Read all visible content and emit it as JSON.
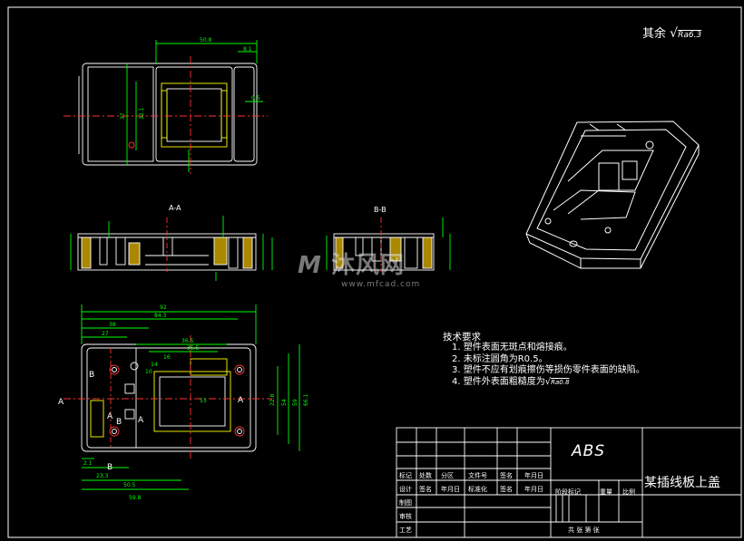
{
  "roughness_note": "其余",
  "roughness_value": "Ra6.3",
  "section_aa": "A-A",
  "section_bb": "B-B",
  "tech_req": {
    "title": "技术要求",
    "items": [
      "1. 塑件表面无斑点和熔接痕。",
      "2. 未标注圆角为R0.5。",
      "3. 塑件不应有划痕擦伤等损伤零件表面的缺陷。",
      "4. 塑件外表面粗糙度为"
    ],
    "item4_roughness": "Ra0.8"
  },
  "title_block": {
    "material": "ABS",
    "part_name": "某插线板上盖",
    "row_labels": [
      "标记",
      "处数",
      "分区",
      "文件号",
      "签名",
      "年月日"
    ],
    "design_row": [
      "设计",
      "签名",
      "年月日",
      "标准化",
      "签名",
      "年月日"
    ],
    "side_labels": [
      "制图",
      "审核",
      "工艺"
    ],
    "stage_label": "阶段标记",
    "weight_label": "重量",
    "scale_label": "比例",
    "sheet_label": "共  张 第  张"
  },
  "watermark": {
    "text": "沐风网",
    "url": "www.mfcad.com"
  },
  "dims_top": [
    "50.8",
    "8.1",
    "37",
    "32.1",
    "0.5"
  ],
  "dims_plan": [
    "92",
    "84.3",
    "38",
    "27",
    "36.5",
    "35.5",
    "16",
    "14",
    "10",
    "59.8",
    "53",
    "50.5",
    "23.3",
    "2.1",
    "22.8",
    "54",
    "59",
    "66.1"
  ]
}
